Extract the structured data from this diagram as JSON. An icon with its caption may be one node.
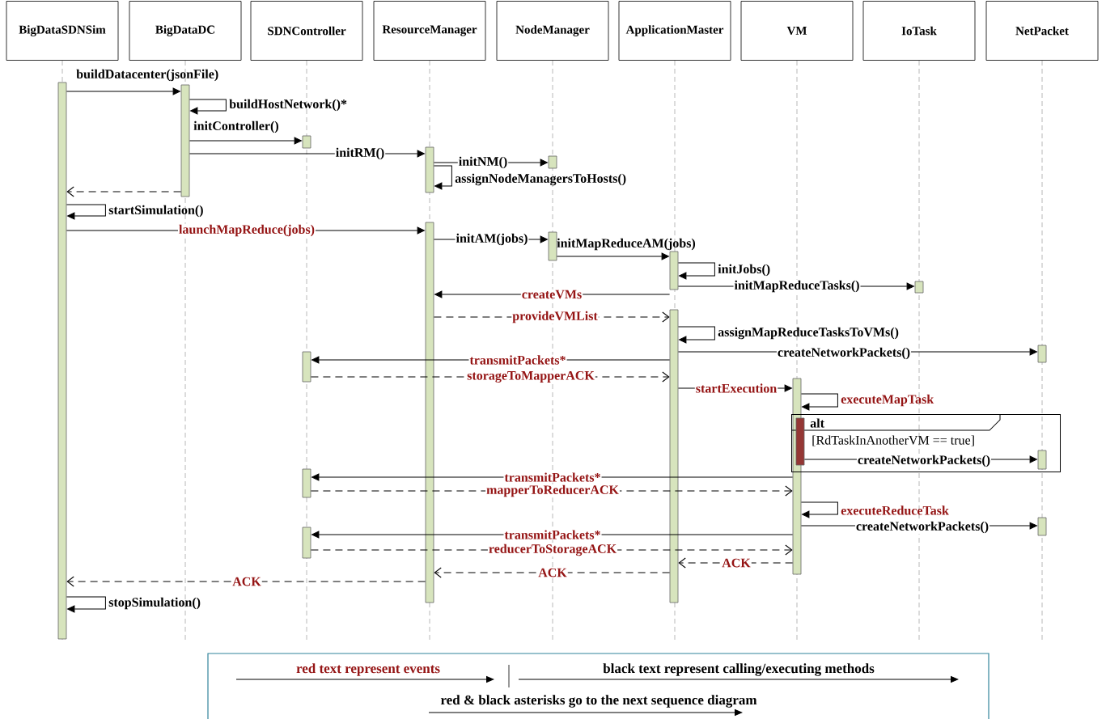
{
  "diagram": {
    "nodes": [
      {
        "text": [
          "BigDataSDNSim"
        ]
      },
      {
        "text": [
          "BigDataDC"
        ]
      },
      {
        "text": [
          "SDNController"
        ]
      },
      {
        "text": [
          "ResourceManager"
        ]
      },
      {
        "text": [
          "NodeManager"
        ]
      },
      {
        "text": [
          "ApplicationMaster"
        ]
      },
      {
        "text": [
          "VM"
        ]
      },
      {
        "text": [
          "IoTask"
        ]
      },
      {
        "text": [
          "NetPacket"
        ]
      },
      {
        "text": [],
        "shape": "bar"
      },
      {
        "text": [],
        "shape": "bar"
      },
      {
        "text": [],
        "shape": "bar"
      },
      {
        "text": [],
        "shape": "bar"
      },
      {
        "text": [],
        "shape": "bar"
      },
      {
        "text": [],
        "shape": "bar"
      },
      {
        "text": [],
        "shape": "bar"
      },
      {
        "text": [],
        "shape": "bar"
      },
      {
        "text": [],
        "shape": "bar"
      },
      {
        "text": [],
        "shape": "bar"
      },
      {
        "text": [],
        "shape": "bar"
      },
      {
        "text": [],
        "shape": "bar"
      },
      {
        "text": [],
        "shape": "bar"
      },
      {
        "text": [
          "alt",
          "[RdTaskInAnotherVM == true]"
        ]
      },
      {
        "text": [],
        "shape": "bar",
        "in": 22
      },
      {
        "text": [],
        "shape": "bar",
        "in": 22
      },
      {
        "text": [],
        "shape": "bar"
      },
      {
        "text": [],
        "shape": "bar"
      },
      {
        "text": [],
        "shape": "bar"
      }
    ],
    "edges": [
      {
        "from": 9,
        "to": 10,
        "arrow": "to",
        "label": "buildDatacenter(jsonFile)"
      },
      {
        "from": 10,
        "to": 10,
        "arrow": "to",
        "label": "buildHostNetwork()*"
      },
      {
        "from": 10,
        "to": 11,
        "arrow": "to",
        "label": "initController()"
      },
      {
        "from": 10,
        "to": 12,
        "arrow": "to",
        "label": "initRM()"
      },
      {
        "from": 12,
        "to": 13,
        "arrow": "to",
        "label": "initNM()"
      },
      {
        "from": 12,
        "to": 12,
        "arrow": "to",
        "label": "assignNodeManagersToHosts()"
      },
      {
        "from": 10,
        "to": 9,
        "arrow": "to",
        "style": "dashed"
      },
      {
        "from": 9,
        "to": 9,
        "arrow": "to",
        "label": "startSimulation()"
      },
      {
        "from": 9,
        "to": 14,
        "arrow": "to",
        "label": "launchMapReduce(jobs)"
      },
      {
        "from": 14,
        "to": 15,
        "arrow": "to",
        "label": "initAM(jobs)"
      },
      {
        "from": 15,
        "to": 16,
        "arrow": "to",
        "label": "initMapReduceAM(jobs)"
      },
      {
        "from": 16,
        "to": 16,
        "arrow": "to",
        "label": "initJobs()"
      },
      {
        "from": 16,
        "to": 17,
        "arrow": "to",
        "label": "initMapReduceTasks()"
      },
      {
        "from": 16,
        "to": 14,
        "arrow": "to",
        "label": "createVMs"
      },
      {
        "from": 14,
        "to": 18,
        "arrow": "to",
        "label": "provideVMList",
        "style": "dashed"
      },
      {
        "from": 18,
        "to": 18,
        "arrow": "to",
        "label": "assignMapReduceTasksToVMs()"
      },
      {
        "from": 18,
        "to": 19,
        "arrow": "to",
        "label": "createNetworkPackets()"
      },
      {
        "from": 18,
        "to": 20,
        "arrow": "to",
        "label": "transmitPackets*"
      },
      {
        "from": 20,
        "to": 18,
        "arrow": "to",
        "label": "storageToMapperACK",
        "style": "dashed"
      },
      {
        "from": 18,
        "to": 21,
        "arrow": "to",
        "label": "startExecution"
      },
      {
        "from": 21,
        "to": 21,
        "arrow": "to",
        "label": "executeMapTask"
      },
      {
        "from": 23,
        "to": 24,
        "arrow": "to",
        "label": "createNetworkPackets()"
      },
      {
        "from": 21,
        "to": 25,
        "arrow": "to",
        "label": "transmitPackets*"
      },
      {
        "from": 25,
        "to": 21,
        "arrow": "to",
        "label": "mapperToReducerACK",
        "style": "dashed"
      },
      {
        "from": 21,
        "to": 21,
        "arrow": "to",
        "label": "executeReduceTask"
      },
      {
        "from": 21,
        "to": 26,
        "arrow": "to",
        "label": "createNetworkPackets()"
      },
      {
        "from": 21,
        "to": 27,
        "arrow": "to",
        "label": "transmitPackets*"
      },
      {
        "from": 27,
        "to": 21,
        "arrow": "to",
        "label": "reducerToStorageACK",
        "style": "dashed"
      },
      {
        "from": 21,
        "to": 18,
        "arrow": "to",
        "label": "ACK",
        "style": "dashed"
      },
      {
        "from": 18,
        "to": 14,
        "arrow": "to",
        "label": "ACK",
        "style": "dashed"
      },
      {
        "from": 14,
        "to": 9,
        "arrow": "to",
        "label": "ACK",
        "style": "dashed"
      },
      {
        "from": 9,
        "to": 9,
        "arrow": "to",
        "label": "stopSimulation()"
      }
    ],
    "labels": [
      "red & black asterisks go to the next sequence diagram"
    ],
    "legend": [
      {
        "text": "red text represent events",
        "color": "#951515"
      },
      {
        "text": "black text represent calling/executing methods",
        "color": "#000000"
      }
    ]
  }
}
